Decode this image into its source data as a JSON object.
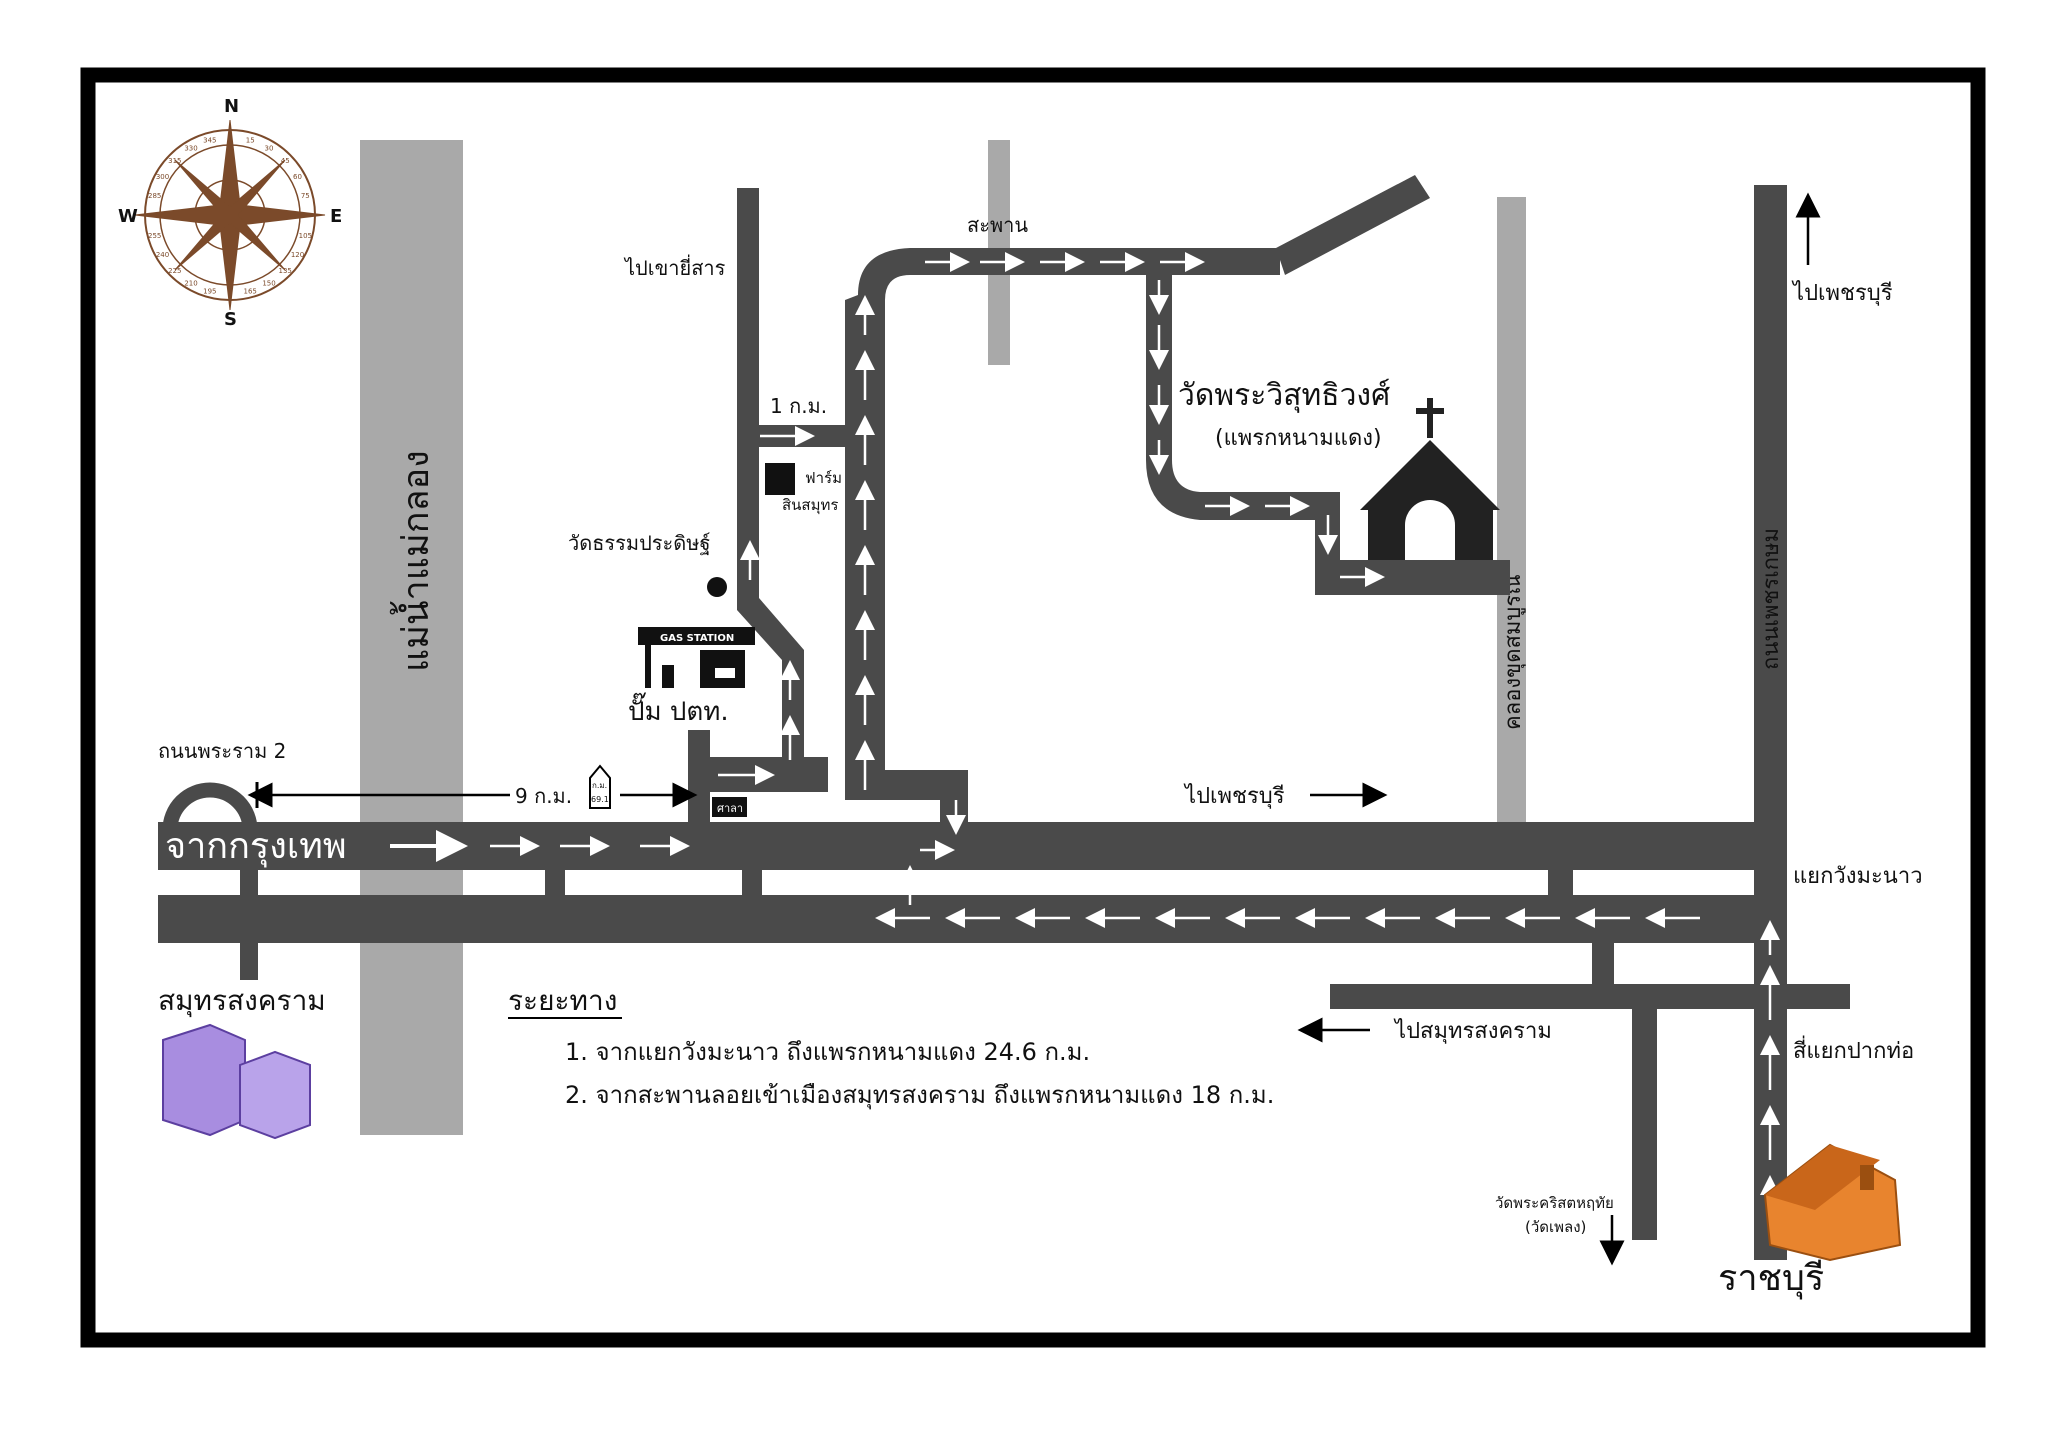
{
  "map": {
    "labels": {
      "from_bangkok": "จากกรุงเทพ",
      "rama2_road": "ถนนพระราม 2",
      "distance_9km": "9 ก.ม.",
      "km_post": "ก.ม.",
      "km_post_num": "69.1",
      "sala": "ศาลา",
      "gas_station_sign": "GAS STATION",
      "ptt_pump": "ปั๊ม ปตท.",
      "to_khao_yi_san": "ไปเขายี่สาร",
      "distance_1km": "1 ก.ม.",
      "farm_line1": "ฟาร์ม",
      "farm_line2": "สินสมุทร",
      "wat_thammaprasit": "วัดธรรมประดิษฐ์",
      "bridge": "สะพาน",
      "church_name": "วัดพระวิสุทธิวงศ์",
      "church_sub": "(แพรกหนามแดง)",
      "canal_name": "คลองขุดสมบูรณ์",
      "maeklong_river": "แม่น้ำแม่กลอง",
      "phetkasem_road": "ถนนเพชรเกษม",
      "to_phetchaburi_top": "ไปเพชรบุรี",
      "to_phetchaburi_mid": "ไปเพชรบุรี",
      "wang_manao_junction": "แยกวังมะนาว",
      "to_samut_songkhram": "ไปสมุทรสงคราม",
      "pak_tho_intersection": "สี่แยกปากท่อ",
      "ratchaburi": "ราชบุรี",
      "samut_songkhram": "สมุทรสงคราม",
      "wat_sacred_heart_line1": "วัดพระคริสตหฤทัย",
      "wat_sacred_heart_line2": "(วัดเพลง)"
    },
    "compass": {
      "north": "N",
      "south": "S",
      "east": "E",
      "west": "W",
      "degrees": [
        "15",
        "30",
        "45",
        "60",
        "75",
        "105",
        "120",
        "135",
        "150",
        "165",
        "195",
        "210",
        "225",
        "240",
        "255",
        "285",
        "300",
        "315",
        "330",
        "345"
      ]
    },
    "distance_info": {
      "title": "ระยะทาง",
      "lines": [
        "1. จากแยกวังมะนาว ถึงแพรกหนามแดง 24.6 ก.ม.",
        "2. จากสะพานลอยเข้าเมืองสมุทรสงคราม ถึงแพรกหนามแดง 18 ก.ม."
      ]
    },
    "colors": {
      "road": "#4a4a4a",
      "river": "#a9a9a9",
      "frame": "#000000",
      "compass": "#7b4a2a",
      "building_purple": "#a88de0",
      "house_orange": "#e8842e"
    }
  }
}
